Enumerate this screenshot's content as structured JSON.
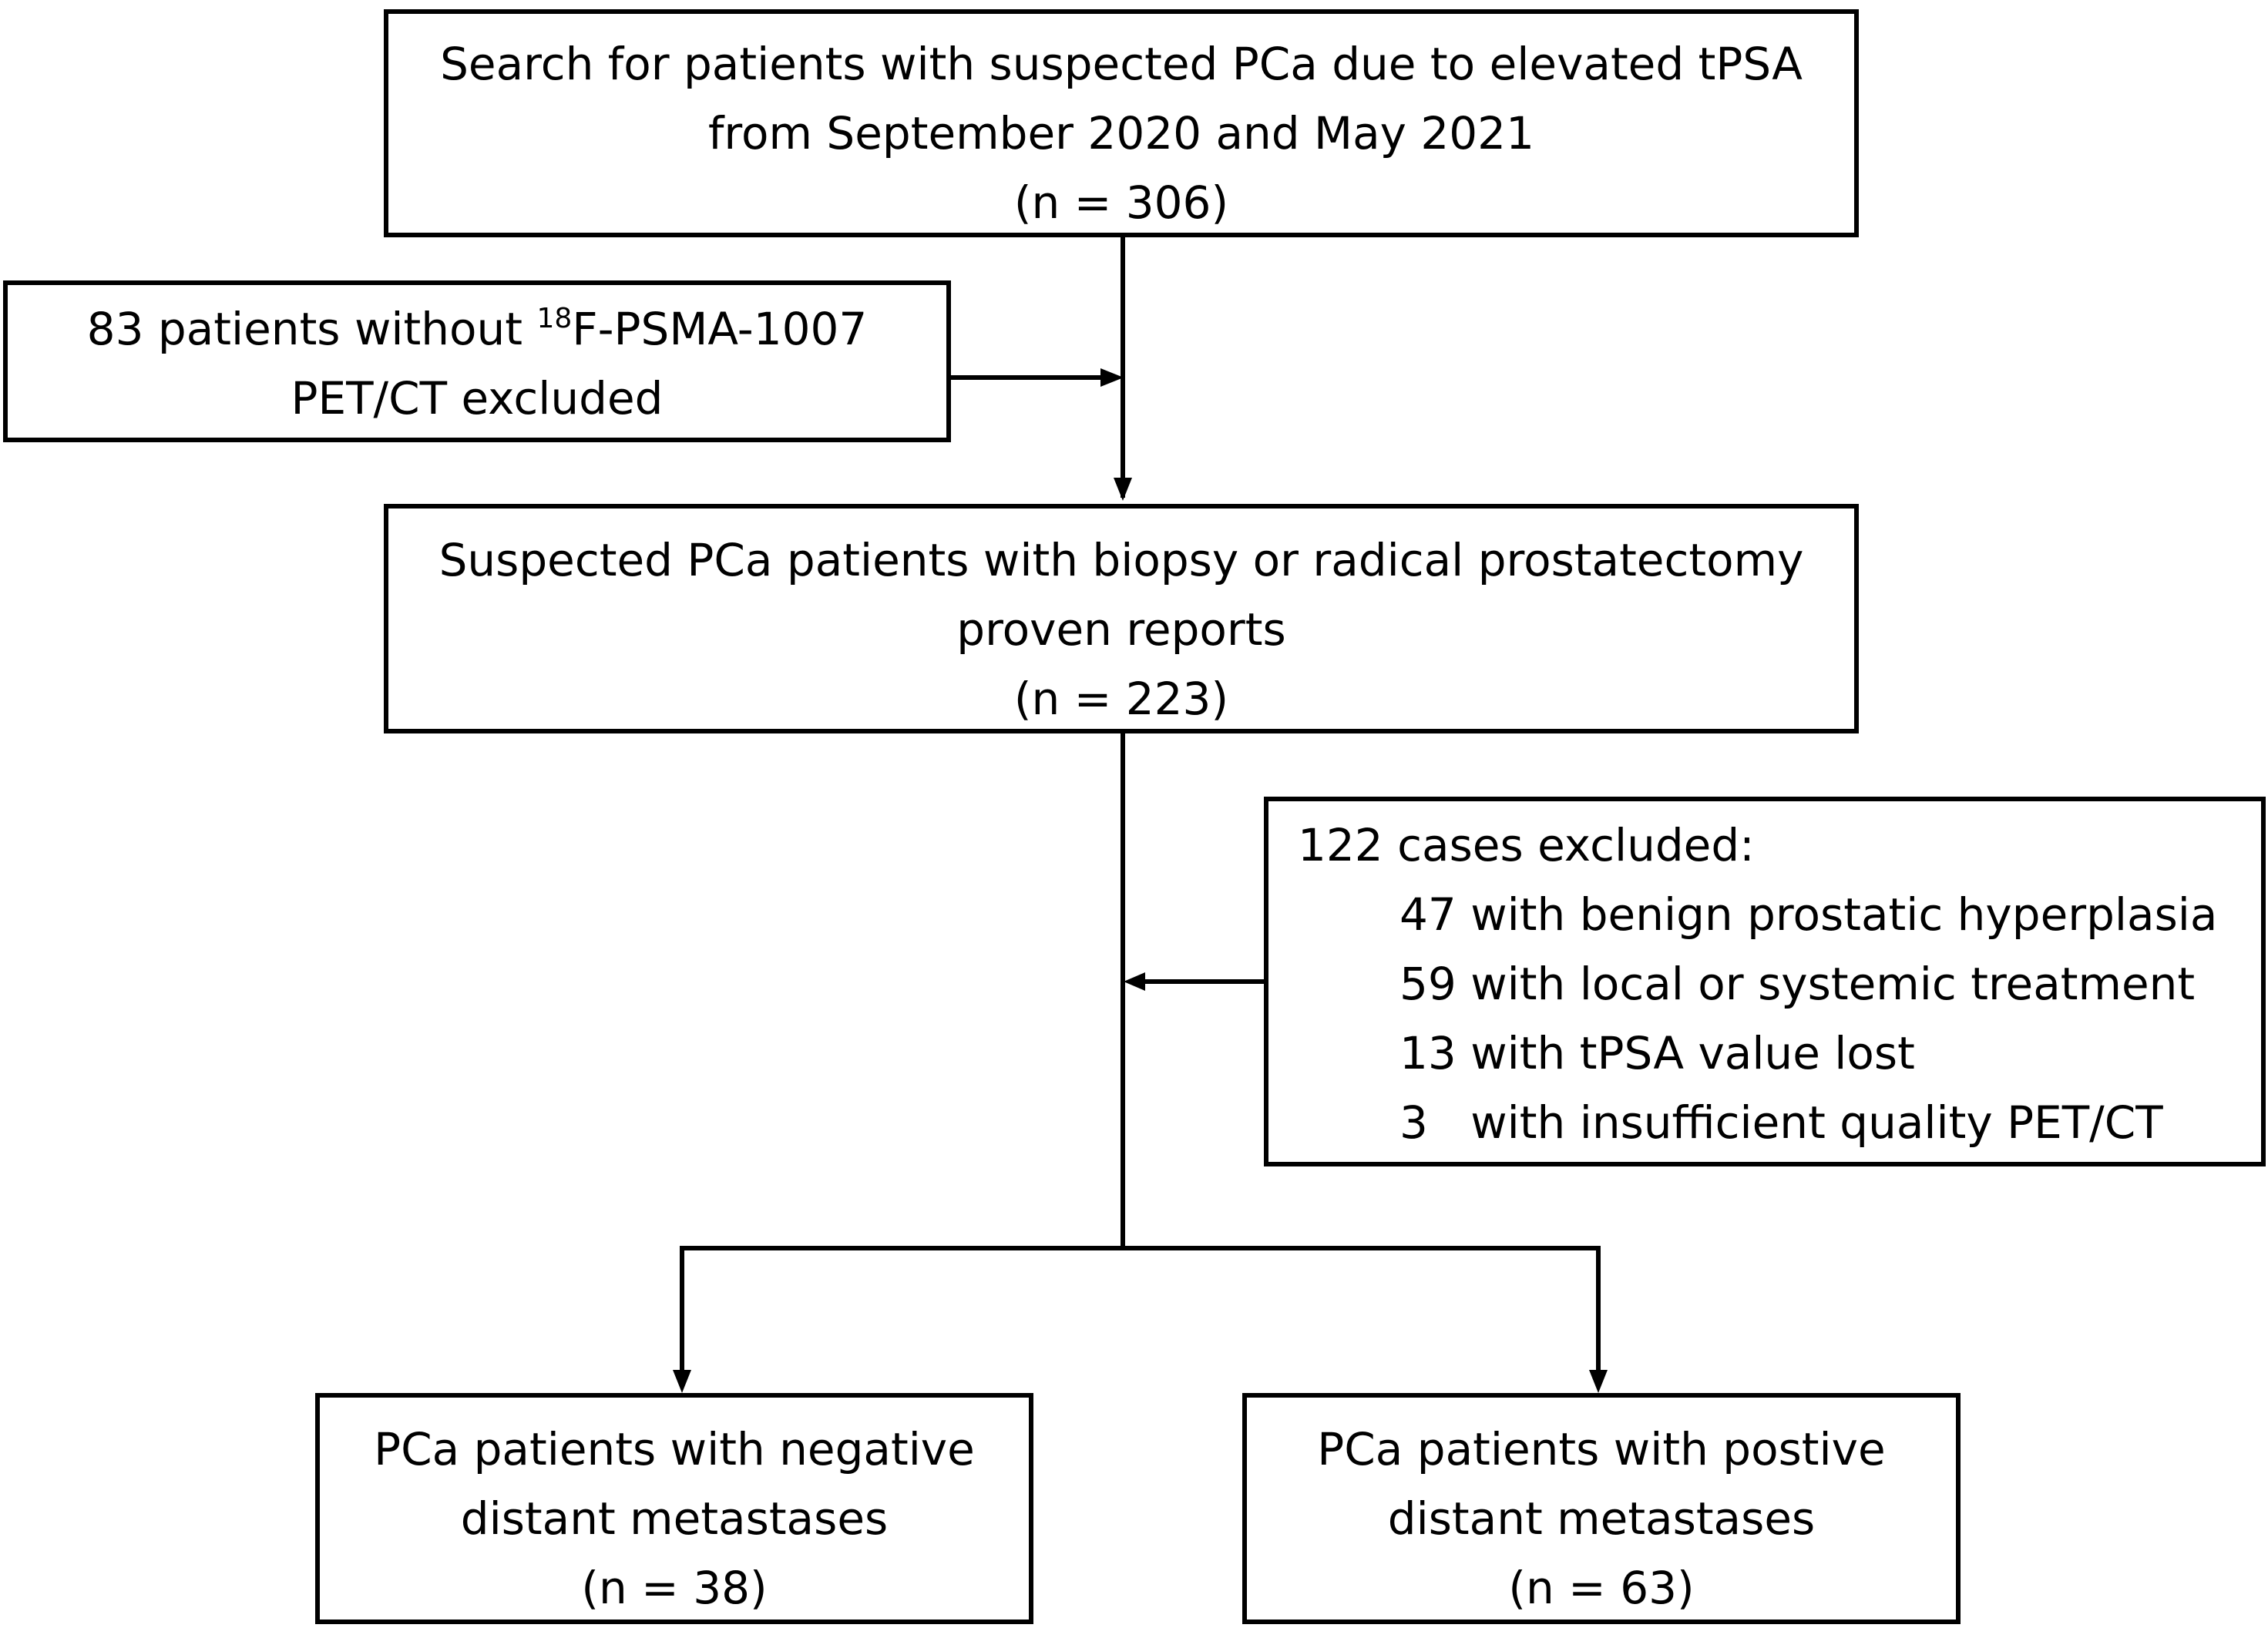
{
  "colors": {
    "stroke": "#000000",
    "background": "#ffffff"
  },
  "boxes": {
    "search": {
      "line1": "Search for patients with suspected PCa due to elevated tPSA",
      "line2": "from September 2020 and May 2021",
      "count": "(n = 306)"
    },
    "excluded_psma": {
      "line1_pre": "83 patients without ",
      "line1_sup": "18",
      "line1_post": "F-PSMA-1007",
      "line2": "PET/CT excluded"
    },
    "suspected": {
      "line1": "Suspected PCa patients with biopsy or radical prostatectomy",
      "line2": "proven reports",
      "count": "(n = 223)"
    },
    "excluded_cases": {
      "header": "122 cases excluded:",
      "items": [
        "47 with benign prostatic hyperplasia",
        "59 with local or systemic treatment",
        "13 with tPSA value lost",
        "3   with insufficient quality PET/CT"
      ]
    },
    "negative": {
      "line1": "PCa patients with negative",
      "line2": "distant metastases",
      "count": "(n = 38)"
    },
    "positive": {
      "line1": "PCa patients with postive",
      "line2": "distant metastases",
      "count": "(n = 63)"
    }
  }
}
